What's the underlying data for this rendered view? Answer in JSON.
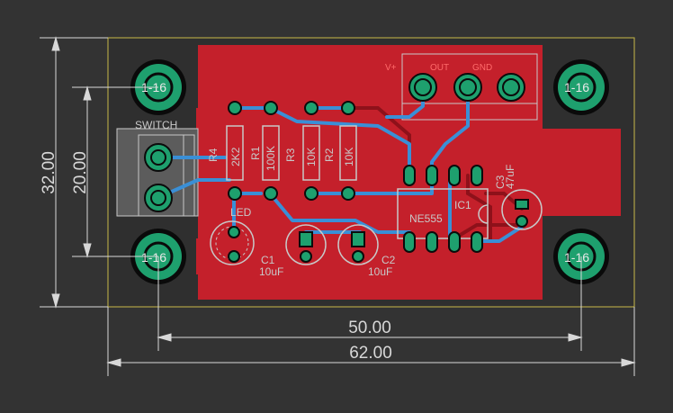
{
  "dimensions": {
    "board_height": "32.00",
    "hole_spacing_vertical": "20.00",
    "hole_spacing_horizontal": "50.00",
    "board_width": "62.00"
  },
  "mounting_holes": [
    "1-16",
    "1-16",
    "1-16",
    "1-16"
  ],
  "components": {
    "switch": "SWITCH",
    "led": "LED",
    "r4_name": "R4",
    "r4_value": "2K2",
    "r1_name": "R1",
    "r1_value": "100K",
    "r3_name": "R3",
    "r3_value": "10K",
    "r2_name": "R2",
    "r2_value": "10K",
    "c1_name": "C1",
    "c1_value": "10uF",
    "c2_name": "C2",
    "c2_value": "10uF",
    "c3_name": "C3",
    "c3_value": "47uF",
    "ic_name": "IC1",
    "ic_value": "NE555"
  },
  "terminal_labels": [
    "V+",
    "OUT",
    "GND"
  ],
  "colors": {
    "background": "#333333",
    "board_copper": "#c4202b",
    "top_trace": "#3a8fd6",
    "bottom_trace": "#b01822",
    "pad": "#1ea06e",
    "silkscreen": "#c8c8c8",
    "dimension": "#d8d8d8",
    "outline": "#c8b84a"
  }
}
